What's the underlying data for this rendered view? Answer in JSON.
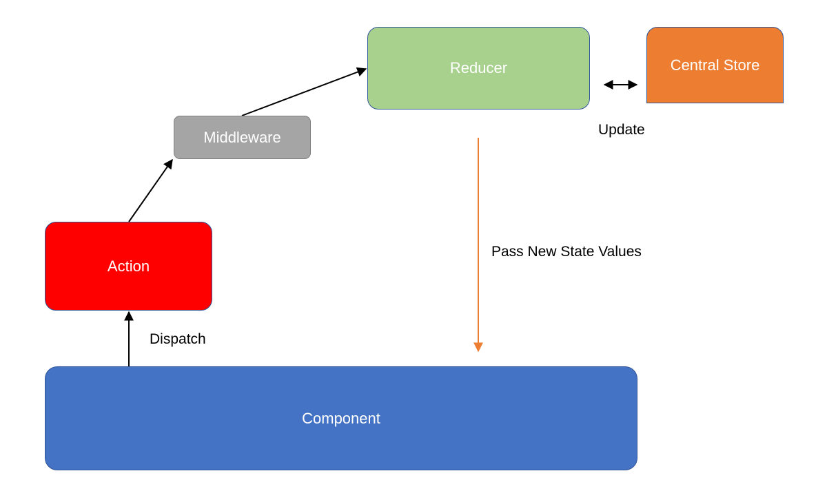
{
  "nodes": {
    "reducer": "Reducer",
    "central_store": "Central Store",
    "middleware": "Middleware",
    "action": "Action",
    "component": "Component"
  },
  "edge_labels": {
    "update": "Update",
    "pass_new_state": "Pass New State Values",
    "dispatch": "Dispatch"
  },
  "colors": {
    "reducer": "#a9d18e",
    "central_store": "#ed7d31",
    "middleware": "#a5a5a5",
    "action": "#ff0000",
    "component": "#4472c4",
    "state_arrow": "#ed7d31"
  }
}
